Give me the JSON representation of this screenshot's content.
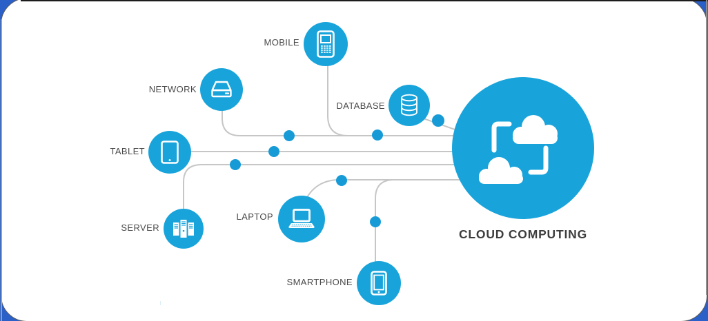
{
  "window": {
    "background_color": "#2a60c8",
    "card_color": "#ffffff"
  },
  "diagram": {
    "accent_color": "#18a4db",
    "dot_color": "#179bd7",
    "line_color": "#c6c6c6",
    "hub": {
      "label": "CLOUD COMPUTING",
      "icon": "cloud-sync-icon"
    },
    "nodes": [
      {
        "id": "mobile",
        "label": "MOBILE",
        "icon": "mobile-phone-icon"
      },
      {
        "id": "network",
        "label": "NETWORK",
        "icon": "network-drive-icon"
      },
      {
        "id": "tablet",
        "label": "TABLET",
        "icon": "tablet-icon"
      },
      {
        "id": "database",
        "label": "DATABASE",
        "icon": "database-icon"
      },
      {
        "id": "server",
        "label": "SERVER",
        "icon": "server-rack-icon"
      },
      {
        "id": "laptop",
        "label": "LAPTOP",
        "icon": "laptop-icon"
      },
      {
        "id": "smartphone",
        "label": "SMARTPHONE",
        "icon": "smartphone-icon"
      }
    ]
  }
}
